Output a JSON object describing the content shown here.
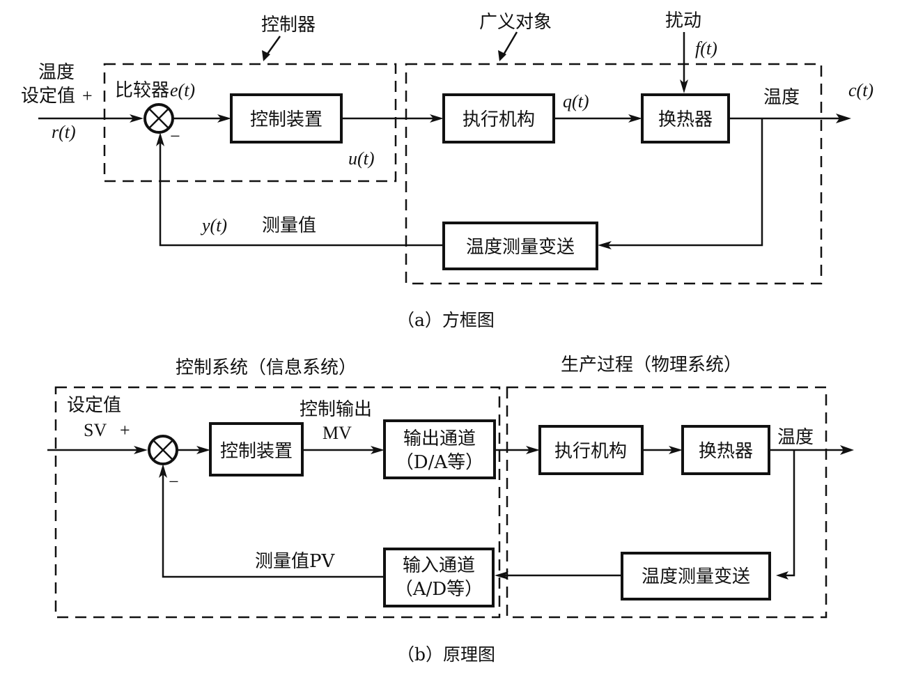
{
  "figure_a": {
    "caption": "（a）方框图",
    "callouts": {
      "controller": "控制器",
      "generalized_plant": "广义对象",
      "disturbance": "扰动"
    },
    "signals": {
      "setpoint_line1": "温度",
      "setpoint_line2": "设定值",
      "plus": "+",
      "minus": "−",
      "r": "r(t)",
      "comparator": "比较器",
      "e": "e(t)",
      "u": "u(t)",
      "q": "q(t)",
      "f": "f(t)",
      "temperature": "温度",
      "c": "c(t)",
      "y": "y(t)",
      "measured": "测量值"
    },
    "blocks": {
      "control_device": "控制装置",
      "actuator": "执行机构",
      "heat_exchanger": "换热器",
      "transmitter": "温度测量变送"
    }
  },
  "figure_b": {
    "caption": "（b）原理图",
    "regions": {
      "control_system": "控制系统（信息系统）",
      "production_process": "生产过程（物理系统）"
    },
    "signals": {
      "setpoint": "设定值",
      "sv": "SV",
      "plus": "+",
      "minus": "−",
      "control_output": "控制输出",
      "mv": "MV",
      "temperature": "温度",
      "measured_pv": "测量值PV"
    },
    "blocks": {
      "control_device": "控制装置",
      "output_channel_line1": "输出通道",
      "output_channel_line2": "（D/A等）",
      "actuator": "执行机构",
      "heat_exchanger": "换热器",
      "input_channel_line1": "输入通道",
      "input_channel_line2": "（A/D等）",
      "transmitter": "温度测量变送"
    }
  }
}
